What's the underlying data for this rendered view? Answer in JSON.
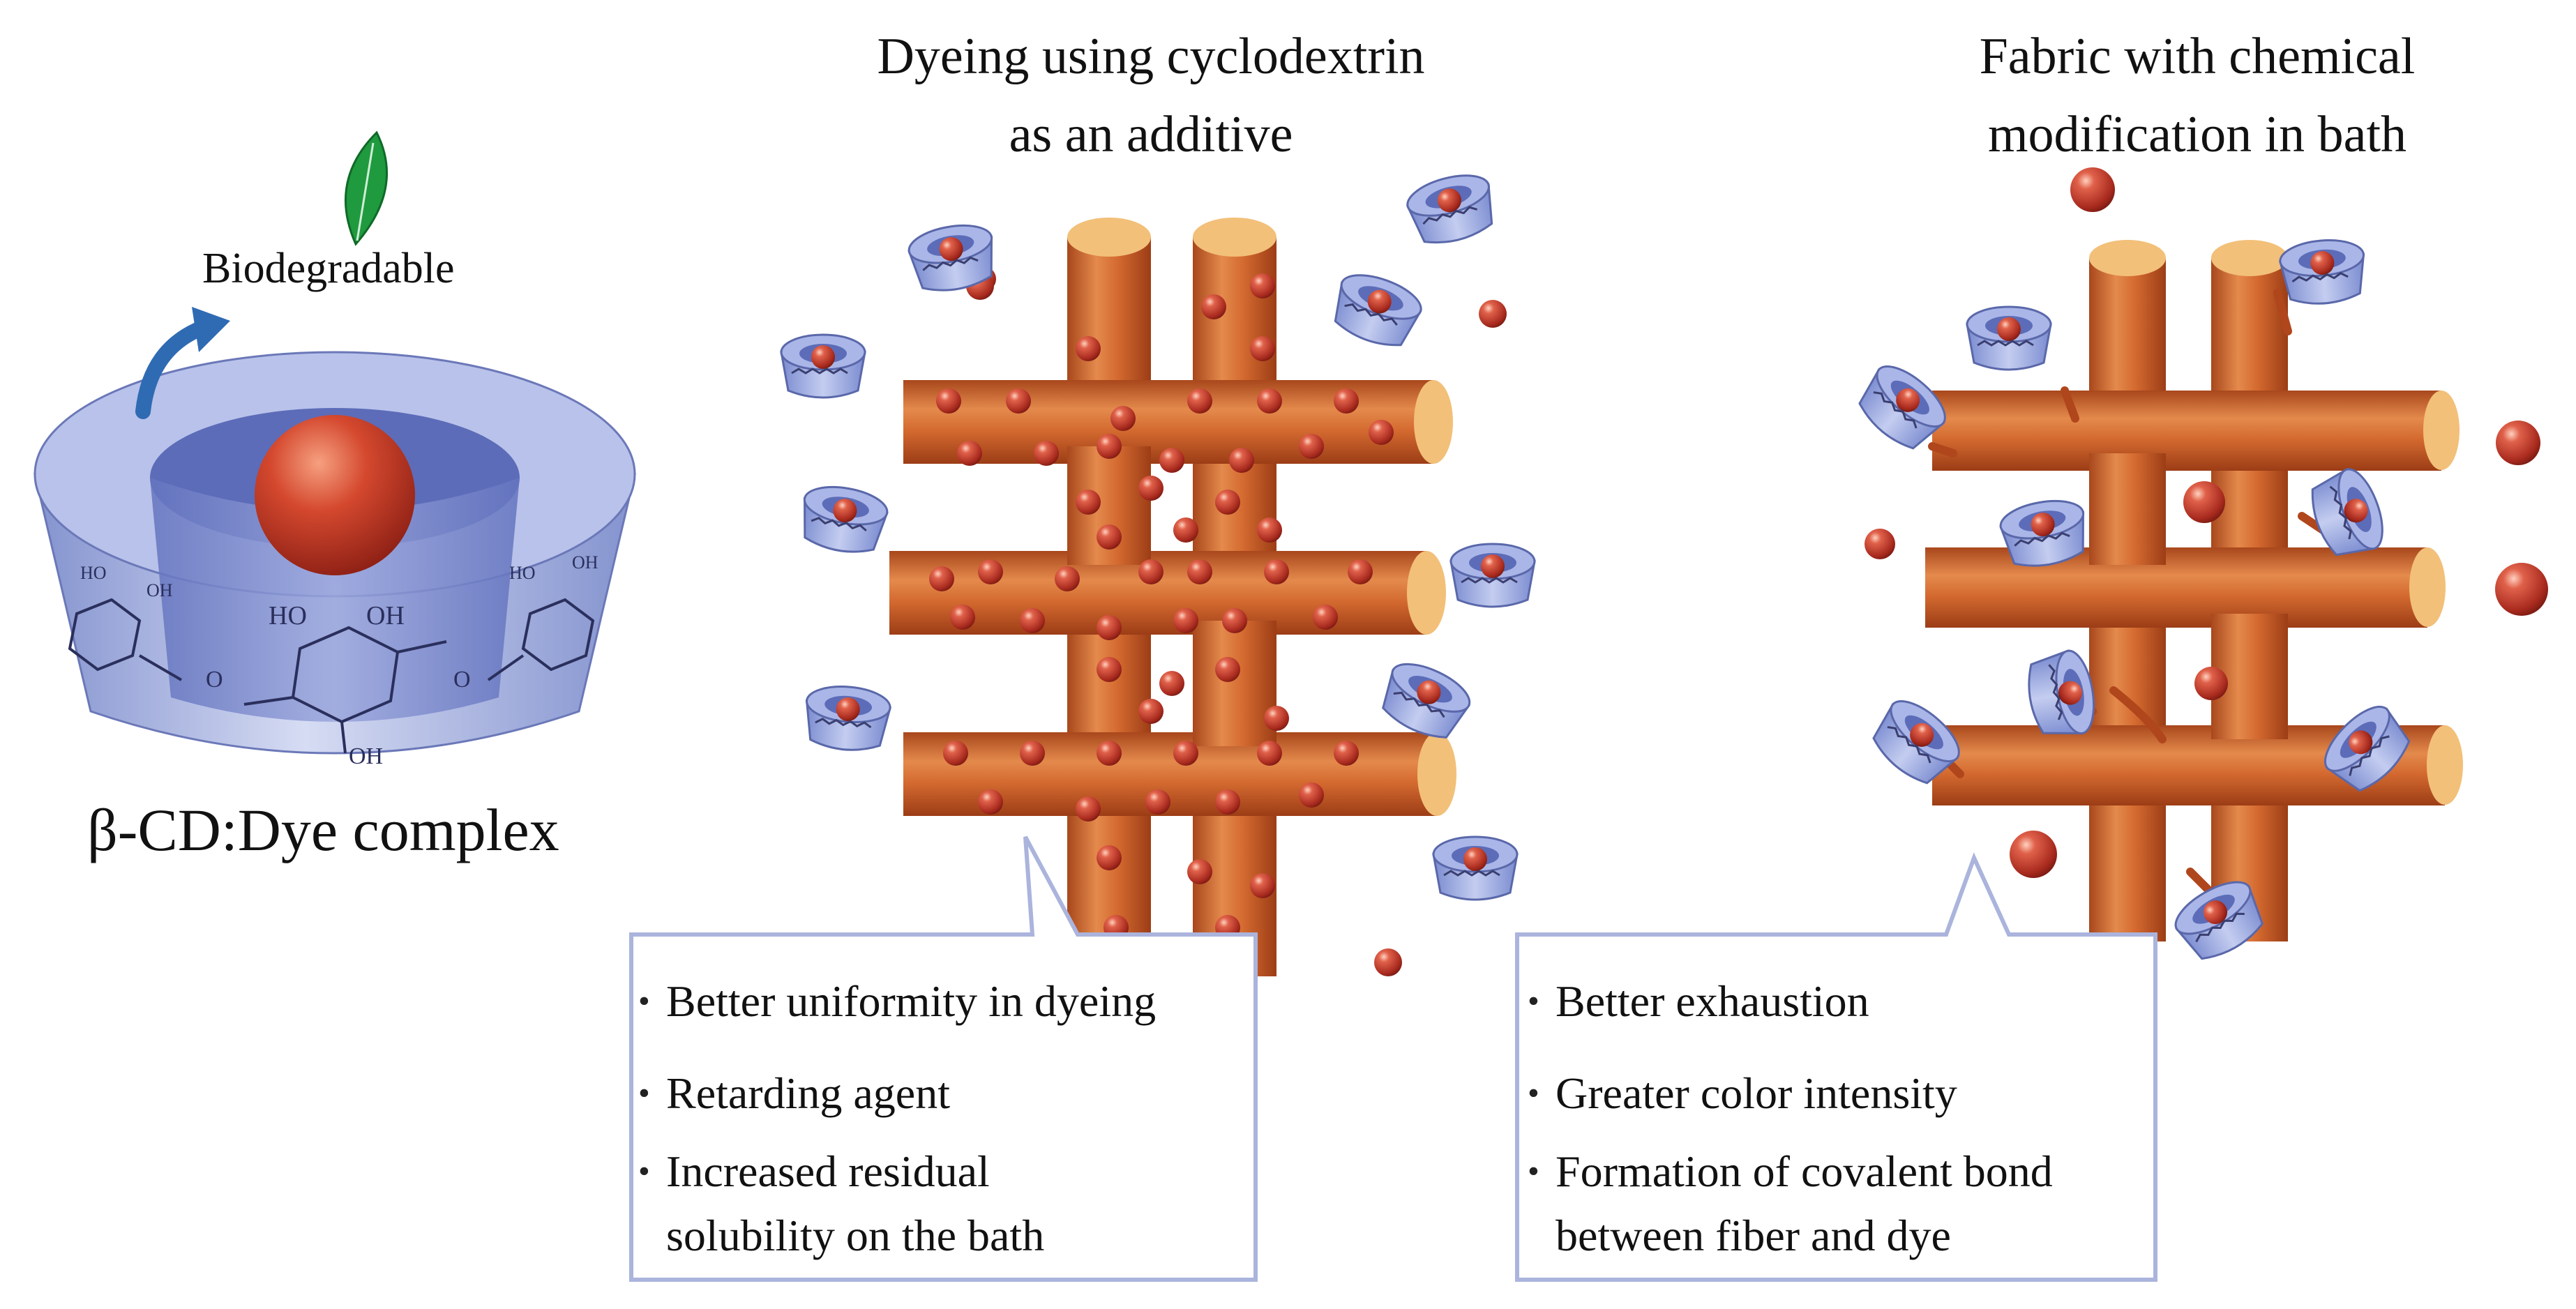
{
  "left_panel": {
    "caption": "β-CD:Dye complex",
    "badge": "Biodegradable",
    "ring_labels": [
      "HO",
      "OH",
      "HO",
      "OH",
      "O",
      "O",
      "OH",
      "HO",
      "OH"
    ]
  },
  "middle_panel": {
    "title_lines": [
      "Dyeing using cyclodextrin",
      "as an additive"
    ],
    "bullets": [
      "Better uniformity in dyeing",
      "Retarding agent",
      "Increased residual solubility on the bath"
    ]
  },
  "right_panel": {
    "title_lines": [
      "Fabric with chemical",
      "modification in bath"
    ],
    "bullets": [
      "Better exhaustion",
      "Greater color intensity",
      "Formation of covalent bond between fiber and dye"
    ]
  },
  "colors": {
    "fiber": "#d9743a",
    "fiber_end": "#f2c079",
    "dye": "#c0362a",
    "cyclodextrin": "#8aa0e0",
    "callout_border": "#aab4dc",
    "leaf": "#1f9a3e",
    "arrow": "#2f6bb3"
  }
}
